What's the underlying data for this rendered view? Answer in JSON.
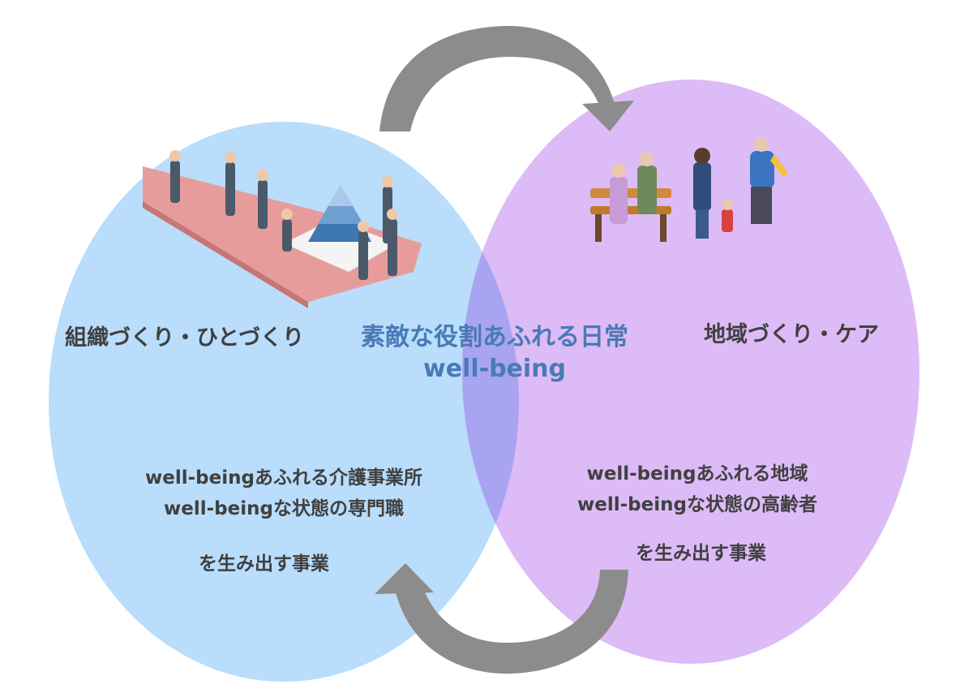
{
  "left_circle": {
    "heading": "組織づくり・ひとづくり",
    "lines": [
      "well-beingあふれる介護事業所",
      "well-beingな状態の専門職"
    ],
    "footer": "を生み出す事業"
  },
  "right_circle": {
    "heading": "地域づくり・ケア",
    "lines": [
      "well-beingあふれる地域",
      "well-beingな状態の高齢者"
    ],
    "footer": "を生み出す事業"
  },
  "center": {
    "title": "素敵な役割あふれる日常",
    "subtitle": "well-being"
  },
  "colors": {
    "left_circle": "#b9ddfb",
    "right_circle": "#dcbbf7",
    "overlap": "#a8a4f2",
    "arrow": "#8c8c8c",
    "center_text": "#4a7ab5",
    "body_text": "#404040"
  }
}
